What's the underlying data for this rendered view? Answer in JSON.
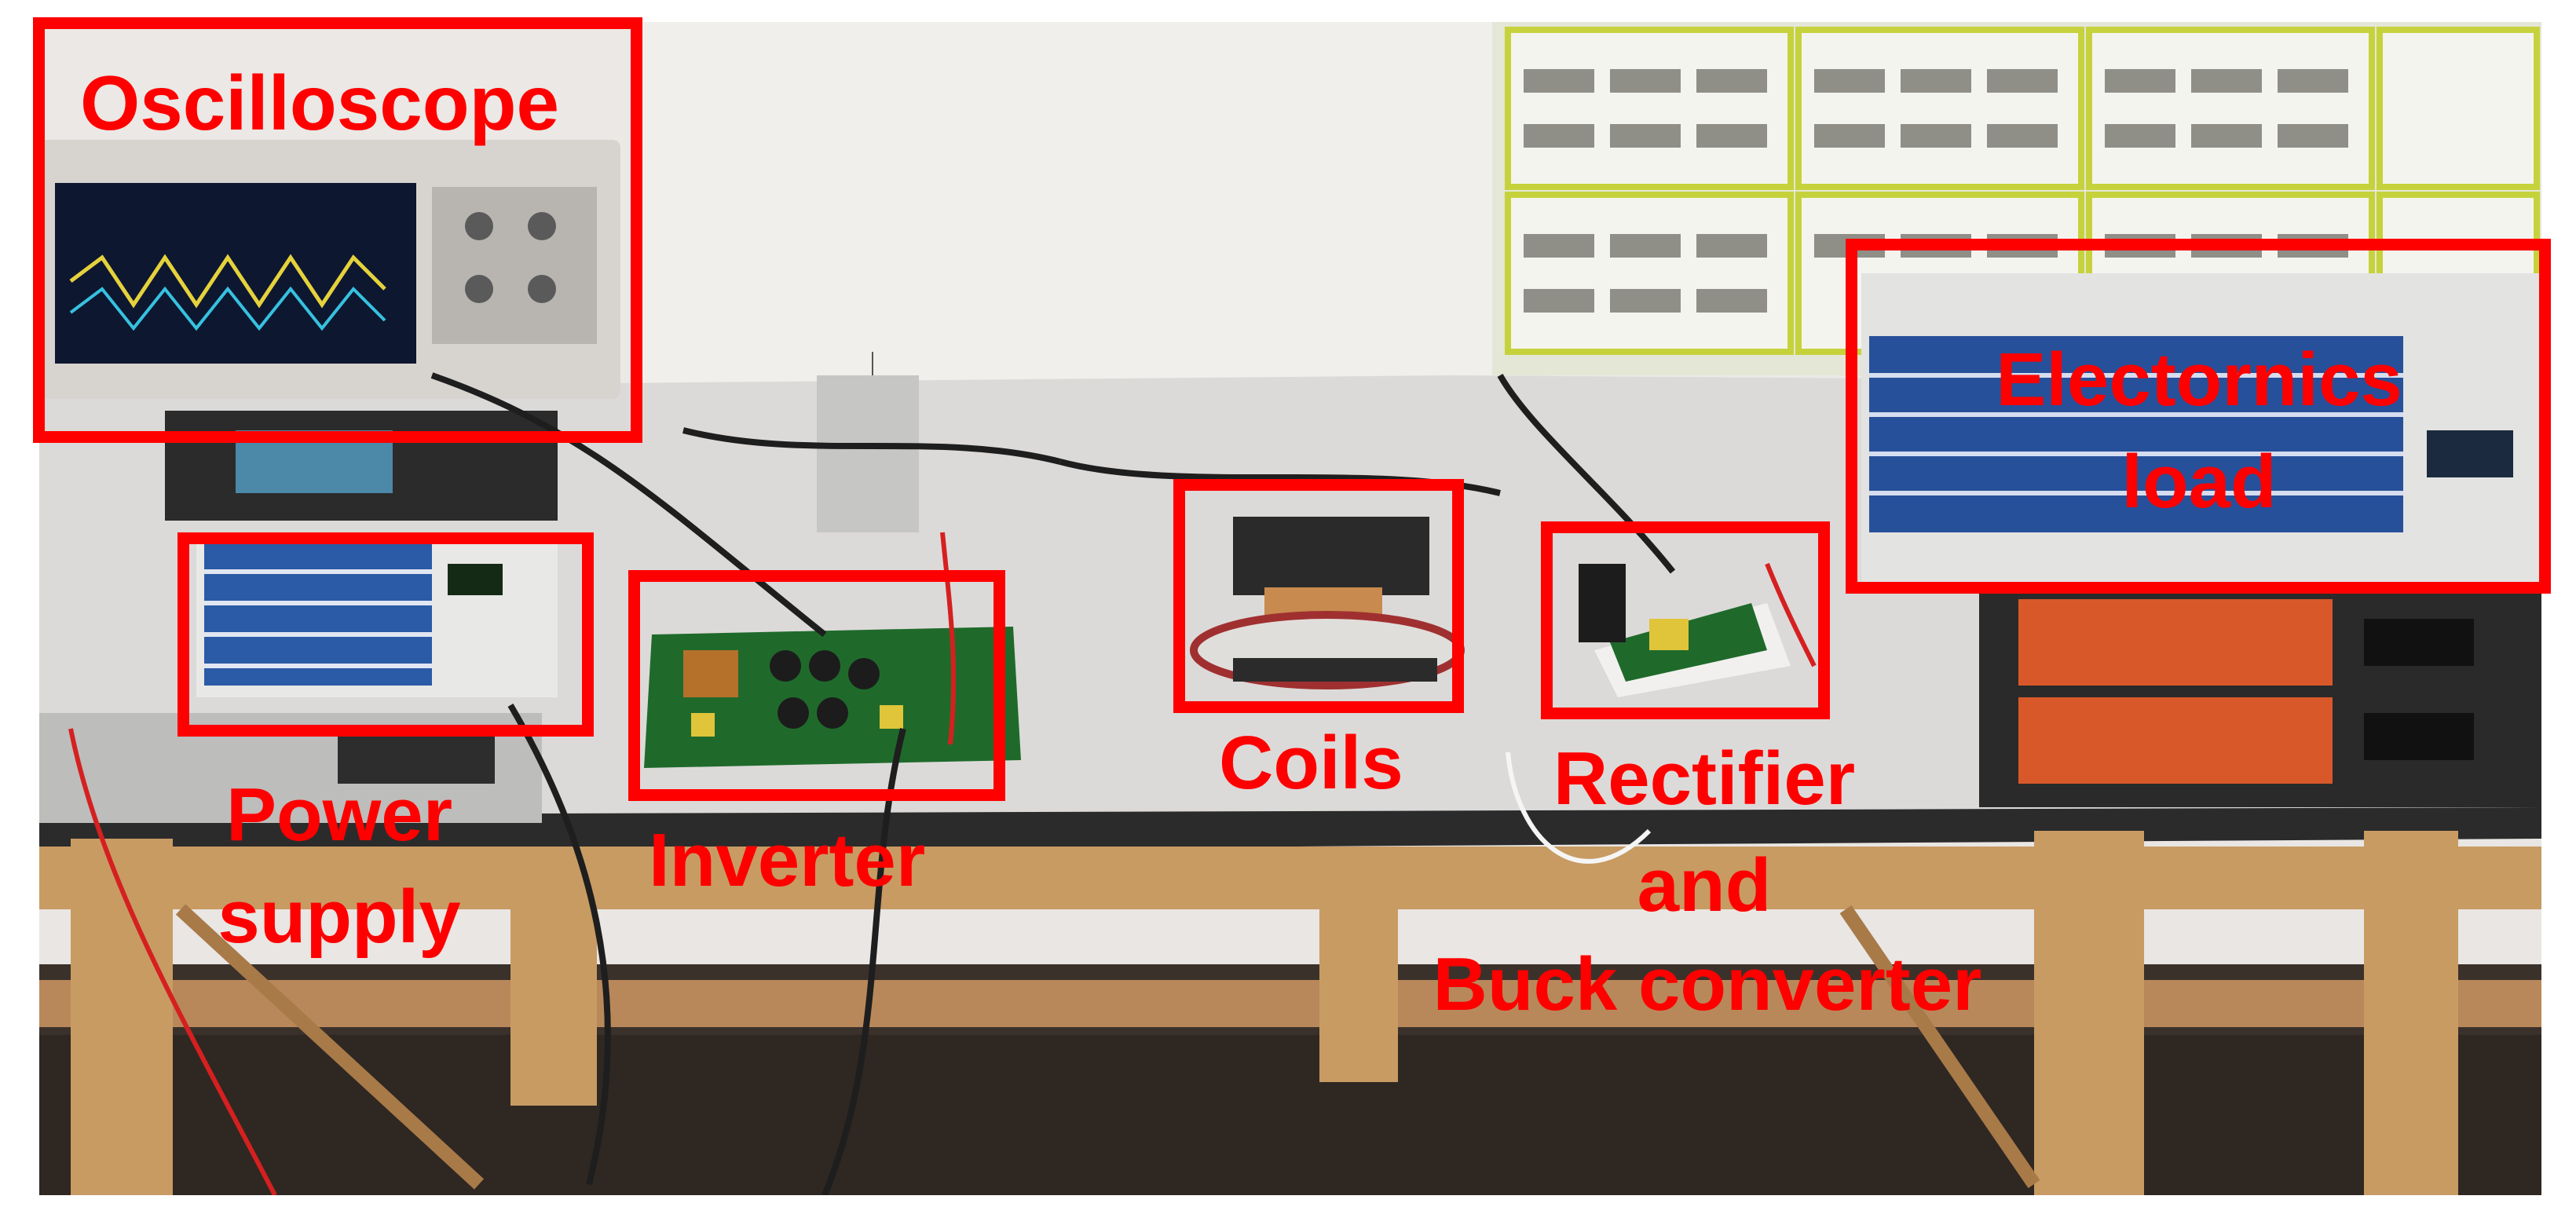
{
  "annotations": {
    "oscilloscope": "Oscilloscope",
    "power_supply_line1": "Power",
    "power_supply_line2": "supply",
    "inverter": "Inverter",
    "coils": "Coils",
    "rectifier_line1": "Rectifier",
    "rectifier_line2": "and",
    "rectifier_line3": "Buck converter",
    "load_line1": "Electornics",
    "load_line2": "load"
  },
  "colors": {
    "annotation": "#ff0000",
    "wall": "#e9e6e3",
    "tabletop": "#d8d6d4",
    "wood": "#c79a62",
    "floor": "#3a302a",
    "pcb": "#1f6a2b",
    "drawer_frame": "#c6d23c",
    "load_panel": "#27509a",
    "orange_chassis": "#d9582a"
  }
}
